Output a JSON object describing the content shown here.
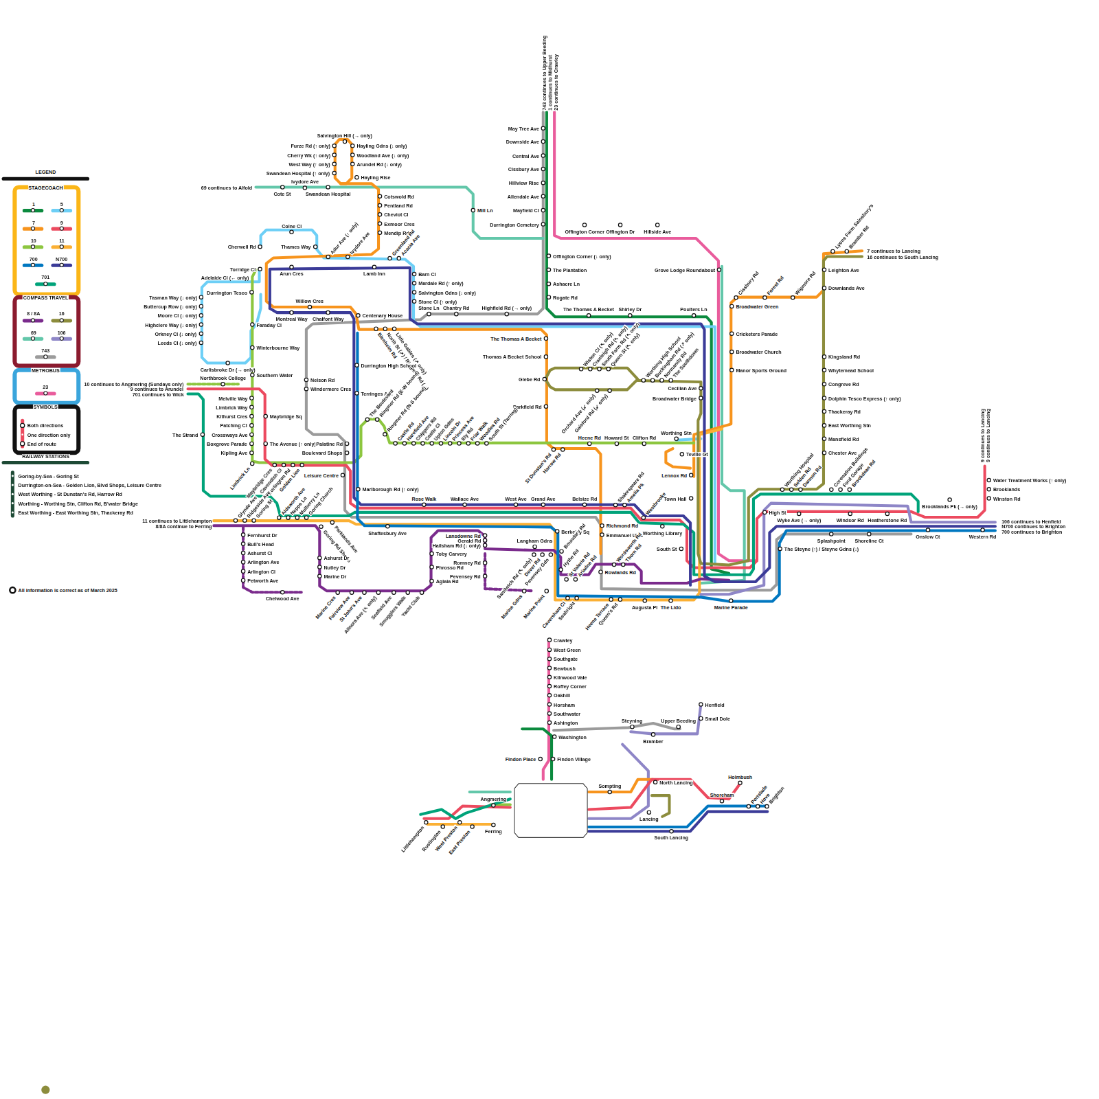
{
  "diagram": {
    "labels": [
      "743 continues to Upper Beeding",
      "1 continues to Midhurst",
      "23 continues to Crawley",
      "May Tree Ave",
      "Downside Ave",
      "Central Ave",
      "Cissbury Ave",
      "Hillview Rise",
      "Allendale Ave",
      "Mayfield Cl",
      "Durrington Cemetery",
      "Offington Corner (↓ only)",
      "The Plantation",
      "Ashacre Ln",
      "Rogate Rd",
      "Offington Corner",
      "Offington Dr",
      "Hillside Ave",
      "Grove Lodge Roundabout",
      "Cissbury Rd",
      "Forest Rd",
      "Wigmore Rd",
      "Broadwater Green",
      "Cricketers Parade",
      "Broadwater Church",
      "Manor Sports Ground",
      "Lyons Farm Sainsbury's",
      "Bramber Rd",
      "7 continues to Lancing",
      "16 continues to South Lancing",
      "Leighton Ave",
      "Downlands Ave",
      "Kingsland Rd",
      "Whytemead School",
      "Congreve Rd",
      "Dolphin Tesco Express (↑ only)",
      "Thackeray Rd",
      "East Worthing Stn",
      "Mansfield Rd",
      "Chester Ave",
      "9 continues to Lancing",
      "9 continues to Lancing",
      "Water Treatment Works (↑ only)",
      "Brooklands",
      "Winston Rd",
      "Worthing Hospital",
      "Selden Rd",
      "Dannon Rd",
      "Coronation Buildings",
      "Ford Garage",
      "Brookdean Rd",
      "High St",
      "Brooklands Pk (→ only)",
      "Wyke Ave (→ only)",
      "Windsor Rd",
      "Heatherstone Rd",
      "106 continues to Henfield",
      "N700 continues to Brighton",
      "700 continues to Brighton",
      "Splashpoint",
      "Shoreline Ct",
      "Onslow Ct",
      "Western Rd",
      "The Steyne (↑) / Steyne Gdns (↓)",
      "Lennox Rd",
      "Town Hall",
      "South St",
      "Marine Parade",
      "Worthing Stn",
      "Teville Gt",
      "Cecilian Ave",
      "Broadwater Bridge",
      "Poulters Ln",
      "The Thomas A Becket",
      "Shirley Dr",
      "Salvington Hill (→ only)",
      "Furze Rd (↑ only)",
      "Cherry Wk (↑ only)",
      "West Way (↑ only)",
      "Swandean Hospital (↑ only)",
      "Hayling Gdns (↓ only)",
      "Woodland Ave (↓ only)",
      "Arundel Rd (↓ only)",
      "Hayling Rise",
      "Ivydore Ave",
      "69 continues to Alfold",
      "Cote St",
      "Swandean Hospital",
      "Cotswold Rd",
      "Pentland Rd",
      "Cheviot Cl",
      "Exmoor Cres",
      "Mendip Rd",
      "Mill Ln",
      "Colne Cl",
      "Cherwell Rd",
      "Thames Way",
      "Adur Ave (↑ only)",
      "Ivydore Ave",
      "Greenland Rd",
      "Acacia Ave",
      "Torridge Cl",
      "Arun Cres",
      "Lamb Inn",
      "Barn Cl",
      "Mardale Rd (↑ only)",
      "Salvington Gdns (↓ only)",
      "Stone Cl (↑ only)",
      "Adelaide Cl (← only)",
      "Durrington Tesco",
      "Tasman Way (↓ only)",
      "Buttercup Row (↓ only)",
      "Moore Cl (↓ only)",
      "Highclere Way (↓ only)",
      "Orkney Cl (↓ only)",
      "Leeds Cl (↓ only)",
      "Willow Cres",
      "Montreal Way",
      "Chalfont Way",
      "Centenary House",
      "Stone Ln",
      "Chantry Rd",
      "Highfield Rd (→ only)",
      "Faraday Cl",
      "Blenheim Rd",
      "North St (↗) / Ringmer Rd (↙)",
      "Little Gables (↗ only)",
      "The Thomas A Becket",
      "Thomas A Becket School",
      "Glebe Rd",
      "Parkfield Rd",
      "Winterbourne Way",
      "Durrington High School",
      "Carlisbroke Dr (→ only)",
      "Southern Water",
      "Northbrook College",
      "10 continues to Angmering (Sundays only)",
      "9 continues to Arundel",
      "701 continues to Wick",
      "Nelson Rd",
      "Windermere Cres",
      "Terringes Ave",
      "Melville Way",
      "Limbrick Way",
      "Kithurst Cres",
      "Patching Cl",
      "Crossways Ave",
      "Boxgrove Parade",
      "Kipling Ave",
      "Maybridge Sq",
      "The Strand",
      "The Avenue (↑ only)",
      "Palatine Rd",
      "Boulevard Shops",
      "The Boulevard",
      "Ringmer Rd (E-W bound)",
      "Ringmer Rd (N-S bound)",
      "Castle Rd",
      "Harefield Ave",
      "Chippers Rd",
      "Castle Cl",
      "Upton Gdns",
      "Lincoln Dr",
      "Princess Ave",
      "Ely Rd",
      "Friar Walk",
      "Woodlea Rd",
      "South St (Tarring)",
      "Heene Rd",
      "Howard St",
      "Clifton Rd",
      "St Dunstan's Rd",
      "Harrow Rd",
      "Wiston Cl (↖ only)",
      "Cranleigh Rd (↖ only)",
      "South Farm Rd (↖ only)",
      "Queen St (↖ only)",
      "Orchard Ave (↙ only)",
      "Gaisford Rd (↙ only)",
      "Worthing High School",
      "Buckingham Rd (↗ only)",
      "Normandy Rd",
      "The Southdown",
      "Leisure Centre",
      "Marlborough Rd (↑ only)",
      "Limbrick Ln",
      "Maybridge Cres",
      "Cavendish Cl",
      "Burlington Rd",
      "Golden Lion",
      "Rose Walk",
      "Wallace Ave",
      "West Ave",
      "Grand Ave",
      "Belsize Rd",
      "Shakespeare Rd",
      "Amelia Pk",
      "Westbrooke",
      "Richmond Rd",
      "Emmanuel URC",
      "Worthing Library",
      "Shaftesbury Ave",
      "Berkeley Sq",
      "Langham Gdns",
      "Boundary Rd",
      "Lansdowne Rd",
      "Gerald Rd",
      "Hailsham Rd (↓ only)",
      "Toby Carvery",
      "Phrosso Rd",
      "Aglaia Rd",
      "Romney Rd",
      "Pevensey Rd",
      "Sandwich Rd (↖ only)",
      "Dover Rd",
      "Pevensey Gdn",
      "Hythe Rd",
      "St Valerie Rd",
      "Ariadne Rd",
      "Wordsworth Rd",
      "Thorn Rd",
      "Rowlands Rd",
      "Marine Gdns",
      "Marine Point",
      "Caversham Cl",
      "Seabright",
      "Heene Terrace",
      "Queen's Rd",
      "Augusta Pl",
      "The Lido",
      "Glynde Ave",
      "Ridgeside Ave",
      "Goring St",
      "Aldsworth Ave",
      "Nepps Ln",
      "Mulberry Ln",
      "Goring Church",
      "Goring Rd Shops",
      "Parklands Ave",
      "11 continues to Littlehampton",
      "8/8A continue to Ferring",
      "Fernhurst Dr",
      "Bull's Head",
      "Ashurst Cl",
      "Arlington Ave",
      "Arlington Cl",
      "Petworth Ave",
      "Chelwood Ave",
      "Ashurst Dr",
      "Nutley Dr",
      "Marine Dr",
      "Marine Cres",
      "Fairview Ave",
      "St John's Ave",
      "Alinora Ave (↖ only)",
      "Seafield Ave",
      "Smugglers Walk",
      "Yacht Club",
      "All information is correct as of March 2025",
      "Crawley",
      "West Green",
      "Southgate",
      "Bewbush",
      "Kilnwood Vale",
      "Roffey Corner",
      "Oakhill",
      "Horsham",
      "Southwater",
      "Ashington",
      "Washington",
      "Findon Place",
      "Findon Village",
      "Steyning",
      "Upper Beeding",
      "Bramber",
      "Henfield",
      "Small Dole",
      "Sompting",
      "North Lancing",
      "Lancing",
      "South Lancing",
      "Holmbush",
      "Shoreham",
      "Portslade",
      "Hove",
      "Brighton",
      "Angmering",
      "Ferring",
      "Littlehampton",
      "Rustington",
      "West Preston",
      "East Preston",
      "LEGEND",
      "STAGECOACH",
      "COMPASS TRAVEL",
      "METROBUS",
      "SYMBOLS",
      "RAILWAY STATIONS"
    ],
    "legend": [
      {
        "text": "1",
        "color": "#0b8a3e"
      },
      {
        "text": "5",
        "color": "#6dcff6"
      },
      {
        "text": "7",
        "color": "#f7941d"
      },
      {
        "text": "9",
        "color": "#ec4a5f"
      },
      {
        "text": "10",
        "color": "#8dc63f"
      },
      {
        "text": "11",
        "color": "#fbb034"
      },
      {
        "text": "700",
        "color": "#0077c0"
      },
      {
        "text": "N700",
        "color": "#3b3b98"
      },
      {
        "text": "701",
        "color": "#00a37a"
      },
      {
        "text": "8 / 8A",
        "color": "#7a2b8c"
      },
      {
        "text": "16",
        "color": "#8c8c3c"
      },
      {
        "text": "69",
        "color": "#63c7aa"
      },
      {
        "text": "106",
        "color": "#8e86c7"
      },
      {
        "text": "743",
        "color": "#9b9b9b"
      },
      {
        "text": "23",
        "color": "#e95c9c"
      },
      {
        "text": "Both directions"
      },
      {
        "text": "One direction only"
      },
      {
        "text": "End of route"
      },
      {
        "text": "Goring-by-Sea - Goring St"
      },
      {
        "text": "Durrington-on-Sea - Golden Lion, Blvd Shops, Leisure Centre"
      },
      {
        "text": "West Worthing - St Dunstan's Rd, Harrow Rd"
      },
      {
        "text": "Worthing - Worthing Stn, Clifton Rd, B'water Bridge"
      },
      {
        "text": "East Worthing - East Worthing Stn, Thackeray Rd"
      }
    ]
  }
}
